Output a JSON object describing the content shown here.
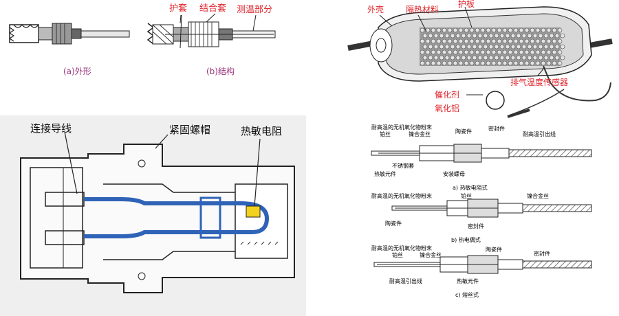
{
  "colors": {
    "label_red": "#e0242b",
    "caption_purple": "#9a2f7a",
    "wire_blue": "#2f63b7",
    "thermistor_yellow": "#f2d21c"
  },
  "sensor_views": {
    "label_sleeve": "护套",
    "label_coupling": "结合套",
    "label_sensing": "测温部分",
    "caption_exterior": "(a)外形",
    "caption_structure": "(b)结构"
  },
  "converter": {
    "label_shell": "外壳",
    "label_insulation": "隔热材料",
    "label_plate": "护板",
    "label_sensor": "排气温度传感器",
    "label_catalyst": "催化剂",
    "label_alumina": "氧化铝"
  },
  "cutaway": {
    "label_wire": "连接导线",
    "label_nut": "紧固螺帽",
    "label_thermistor": "热敏电阻"
  },
  "types": {
    "a": {
      "powder": "耐高温的无机氧化物粉末",
      "pt_wire": "铂丝",
      "alloy_wire": "镍合金丝",
      "ceramic": "陶瓷件",
      "seal": "密封件",
      "lead": "耐高温引出线",
      "steel_sleeve": "不锈钢套",
      "element": "热敏元件",
      "nut": "安装螺母",
      "caption": "a) 热敏电阻式"
    },
    "b": {
      "powder": "耐高温的无机氧化物粉末",
      "pt_wire": "铂丝",
      "alloy_wire": "镍合金丝",
      "ceramic": "陶瓷件",
      "seal": "密封件",
      "caption": "b) 热电偶式"
    },
    "c": {
      "powder": "耐高温的无机氧化物粉末",
      "pt_wire": "铂丝",
      "alloy_wire": "镍合金丝",
      "ceramic": "陶瓷件",
      "seal": "密封件",
      "lead": "耐高温引出线",
      "element": "热敏元件",
      "caption": "c) 熔丝式"
    }
  }
}
